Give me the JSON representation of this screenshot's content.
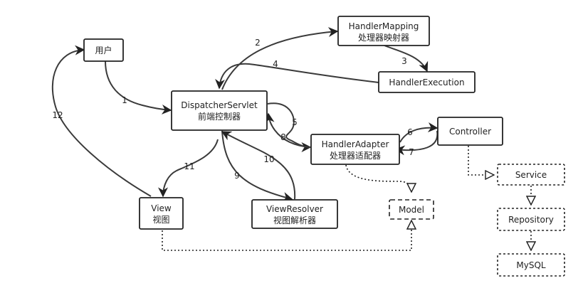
{
  "nodes": {
    "user": {
      "line1": "用户"
    },
    "dispatcher": {
      "line1": "DispatcherServlet",
      "line2": "前端控制器"
    },
    "mapping": {
      "line1": "HandlerMapping",
      "line2": "处理器映射器"
    },
    "execution": {
      "line1": "HandlerExecution"
    },
    "adapter": {
      "line1": "HandlerAdapter",
      "line2": "处理器适配器"
    },
    "controller": {
      "line1": "Controller"
    },
    "service": {
      "line1": "Service"
    },
    "repository": {
      "line1": "Repository"
    },
    "mysql": {
      "line1": "MySQL"
    },
    "model": {
      "line1": "Model"
    },
    "view": {
      "line1": "View",
      "line2": "视图"
    },
    "resolver": {
      "line1": "ViewResolver",
      "line2": "视图解析器"
    }
  },
  "edges": {
    "e1": "1",
    "e2": "2",
    "e3": "3",
    "e4": "4",
    "e5": "5",
    "e6": "6",
    "e7": "7",
    "e8": "8",
    "e9": "9",
    "e10": "10",
    "e11": "11",
    "e12": "12"
  },
  "colors": {
    "stroke": "#222222",
    "edge": "#3a3a3a",
    "background": "#ffffff"
  }
}
